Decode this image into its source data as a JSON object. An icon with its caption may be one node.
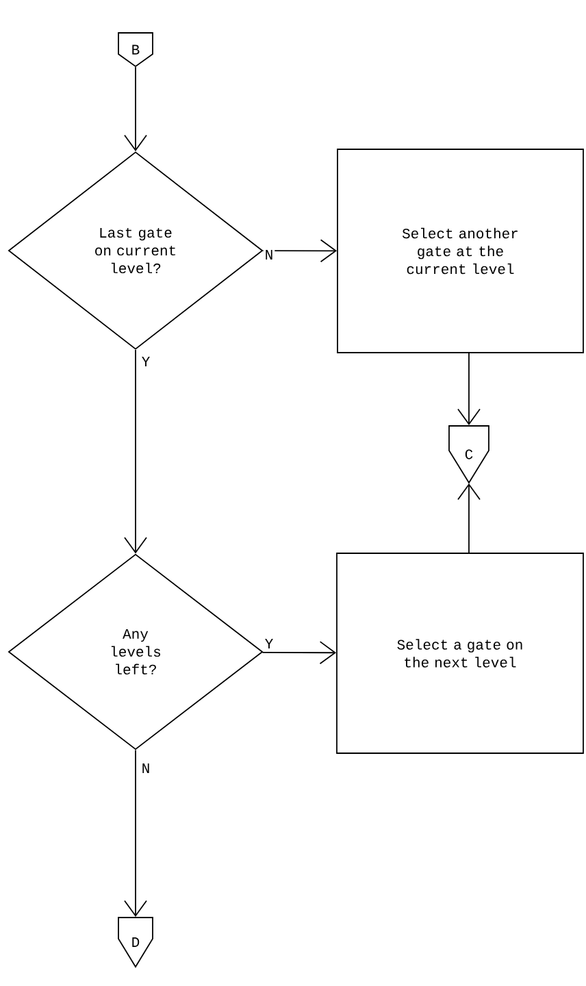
{
  "diagram": {
    "nodes": [
      {
        "text": [
          "B"
        ]
      },
      {
        "text": [
          "Last gate on current level?"
        ]
      },
      {
        "text": [
          "Select another gate at the current level"
        ]
      },
      {
        "text": [
          "C"
        ]
      },
      {
        "text": [
          "Any levels left?"
        ]
      },
      {
        "text": [
          "Select a gate on the next level"
        ]
      },
      {
        "text": [
          "D"
        ]
      }
    ],
    "edges": [
      {
        "from": 0,
        "to": 1,
        "arrow": "to"
      },
      {
        "from": 1,
        "to": 2,
        "arrow": "to",
        "label": "N"
      },
      {
        "from": 1,
        "to": 4,
        "arrow": "to",
        "label": "Y"
      },
      {
        "from": 2,
        "to": 3,
        "arrow": "to"
      },
      {
        "from": 5,
        "to": 3,
        "arrow": "to"
      },
      {
        "from": 4,
        "to": 5,
        "arrow": "to",
        "label": "Y"
      },
      {
        "from": 4,
        "to": 6,
        "arrow": "to",
        "label": "N"
      }
    ]
  }
}
